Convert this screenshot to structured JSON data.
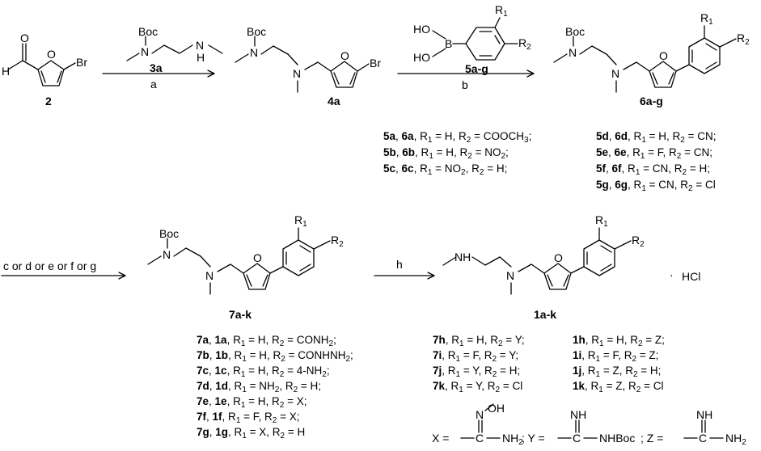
{
  "compounds": {
    "c2": "2",
    "c3a": "3a",
    "c4a": "4a",
    "c5ag": "5a-g",
    "c6ag": "6a-g",
    "c7ak": "7a-k",
    "c1ak": "1a-k"
  },
  "atoms": {
    "H": "H",
    "O": "O",
    "Br": "Br",
    "N": "N",
    "Boc": "Boc",
    "HO": "HO",
    "B": "B",
    "NH": "NH",
    "HCl": "HCl",
    "dot": "·",
    "OH": "OH",
    "NH2": "NH",
    "two": "2",
    "R1": "R",
    "R2": "R",
    "one": "1",
    "NHBoc": "NHBoc",
    "C": "C"
  },
  "conditions": {
    "a": "a",
    "b": "b",
    "c_to_g": "c or d or e or f or g",
    "h": "h"
  },
  "substituents_5_6": [
    {
      "c1": "5a",
      "c2": "6a",
      "rest": ", R1 = H, R2 = COOCH3;"
    },
    {
      "c1": "5b",
      "c2": "6b",
      "rest": ", R1 = H, R2 = NO2;"
    },
    {
      "c1": "5c",
      "c2": "6c",
      "rest": ", R1 = NO2, R2 = H;"
    },
    {
      "c1": "5d",
      "c2": "6d",
      "rest": ", R1 = H, R2 = CN;"
    },
    {
      "c1": "5e",
      "c2": "6e",
      "rest": ", R1 = F, R2 = CN;"
    },
    {
      "c1": "5f",
      "c2": "6f",
      "rest": ", R1 = CN, R2 = H;"
    },
    {
      "c1": "5g",
      "c2": "6g",
      "rest": ", R1 = CN, R2 = Cl"
    }
  ],
  "substituents_7_1": [
    {
      "c1": "7a",
      "c2": "1a",
      "rest": ", R1 = H, R2 = CONH2;"
    },
    {
      "c1": "7b",
      "c2": "1b",
      "rest": ", R1 = H, R2 = CONHNH2;"
    },
    {
      "c1": "7c",
      "c2": "1c",
      "rest": ", R1 = H, R2 = 4-NH2;"
    },
    {
      "c1": "7d",
      "c2": "1d",
      "rest": ", R1 = NH2, R2 = H;"
    },
    {
      "c1": "7e",
      "c2": "1e",
      "rest": ", R1 = H, R2 = X;"
    },
    {
      "c1": "7f",
      "c2": "1f",
      "rest": ", R1 = F, R2 = X;"
    },
    {
      "c1": "7g",
      "c2": "1g",
      "rest": ", R1 = X, R2 = H"
    }
  ],
  "substituents_7_single": [
    {
      "c": "7h",
      "rest": ", R1 = H, R2 = Y;"
    },
    {
      "c": "7i",
      "rest": ", R1 = F, R2 = Y;"
    },
    {
      "c": "7j",
      "rest": ", R1 = Y, R2 = H;"
    },
    {
      "c": "7k",
      "rest": ", R1 = Y, R2 = Cl"
    }
  ],
  "substituents_1_single": [
    {
      "c": "1h",
      "rest": ", R1 = H, R2 = Z;"
    },
    {
      "c": "1i",
      "rest": ", R1 = F, R2 = Z;"
    },
    {
      "c": "1j",
      "rest": ", R1 = Z, R2 = H;"
    },
    {
      "c": "1k",
      "rest": ", R1 = Z, R2 = Cl"
    }
  ],
  "definitions": {
    "X": "X =",
    "Y": "; Y =",
    "Z": "; Z ="
  }
}
